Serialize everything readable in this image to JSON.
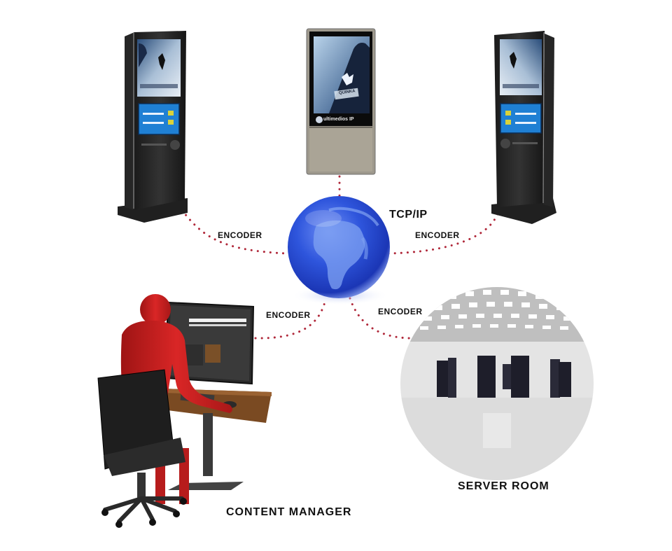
{
  "diagram": {
    "hub": {
      "label": "TCP/IP",
      "icon": "globe-icon"
    },
    "nodes": [
      {
        "id": "kiosk-left",
        "type": "kiosk",
        "screen_brand": "ultimedios IP"
      },
      {
        "id": "kiosk-center",
        "type": "digital-signage-totem",
        "screen_brand": "ultimedios IP",
        "screen_product": "QUINKA"
      },
      {
        "id": "kiosk-right",
        "type": "kiosk",
        "screen_brand": "ultimedios IP"
      },
      {
        "id": "content-manager",
        "type": "workstation",
        "label": "CONTENT MANAGER"
      },
      {
        "id": "server-room",
        "type": "server-room",
        "label": "SERVER ROOM"
      }
    ],
    "edges": [
      {
        "from": "kiosk-left",
        "to": "hub",
        "label": "ENCODER",
        "style": "dotted",
        "color": "#b0283a"
      },
      {
        "from": "kiosk-center",
        "to": "hub",
        "label": "",
        "style": "dotted",
        "color": "#b0283a"
      },
      {
        "from": "kiosk-right",
        "to": "hub",
        "label": "ENCODER",
        "style": "dotted",
        "color": "#b0283a"
      },
      {
        "from": "content-manager",
        "to": "hub",
        "label": "ENCODER",
        "style": "dotted",
        "color": "#b0283a"
      },
      {
        "from": "server-room",
        "to": "hub",
        "label": "ENCODER",
        "style": "dotted",
        "color": "#b0283a"
      }
    ]
  },
  "labels": {
    "tcpip": "TCP/IP",
    "encoder_left": "ENCODER",
    "encoder_right": "ENCODER",
    "encoder_bottom_left": "ENCODER",
    "encoder_bottom_right": "ENCODER",
    "content_manager": "CONTENT MANAGER",
    "server_room": "SERVER ROOM",
    "center_brand": "ultimedios IP",
    "center_product": "QUINKA"
  },
  "colors": {
    "dots": "#b0283a",
    "globe": "#2a4fd8",
    "kiosk_body": "#2a2a2a",
    "person": "#cc2222",
    "totem_body": "#a9a397"
  }
}
